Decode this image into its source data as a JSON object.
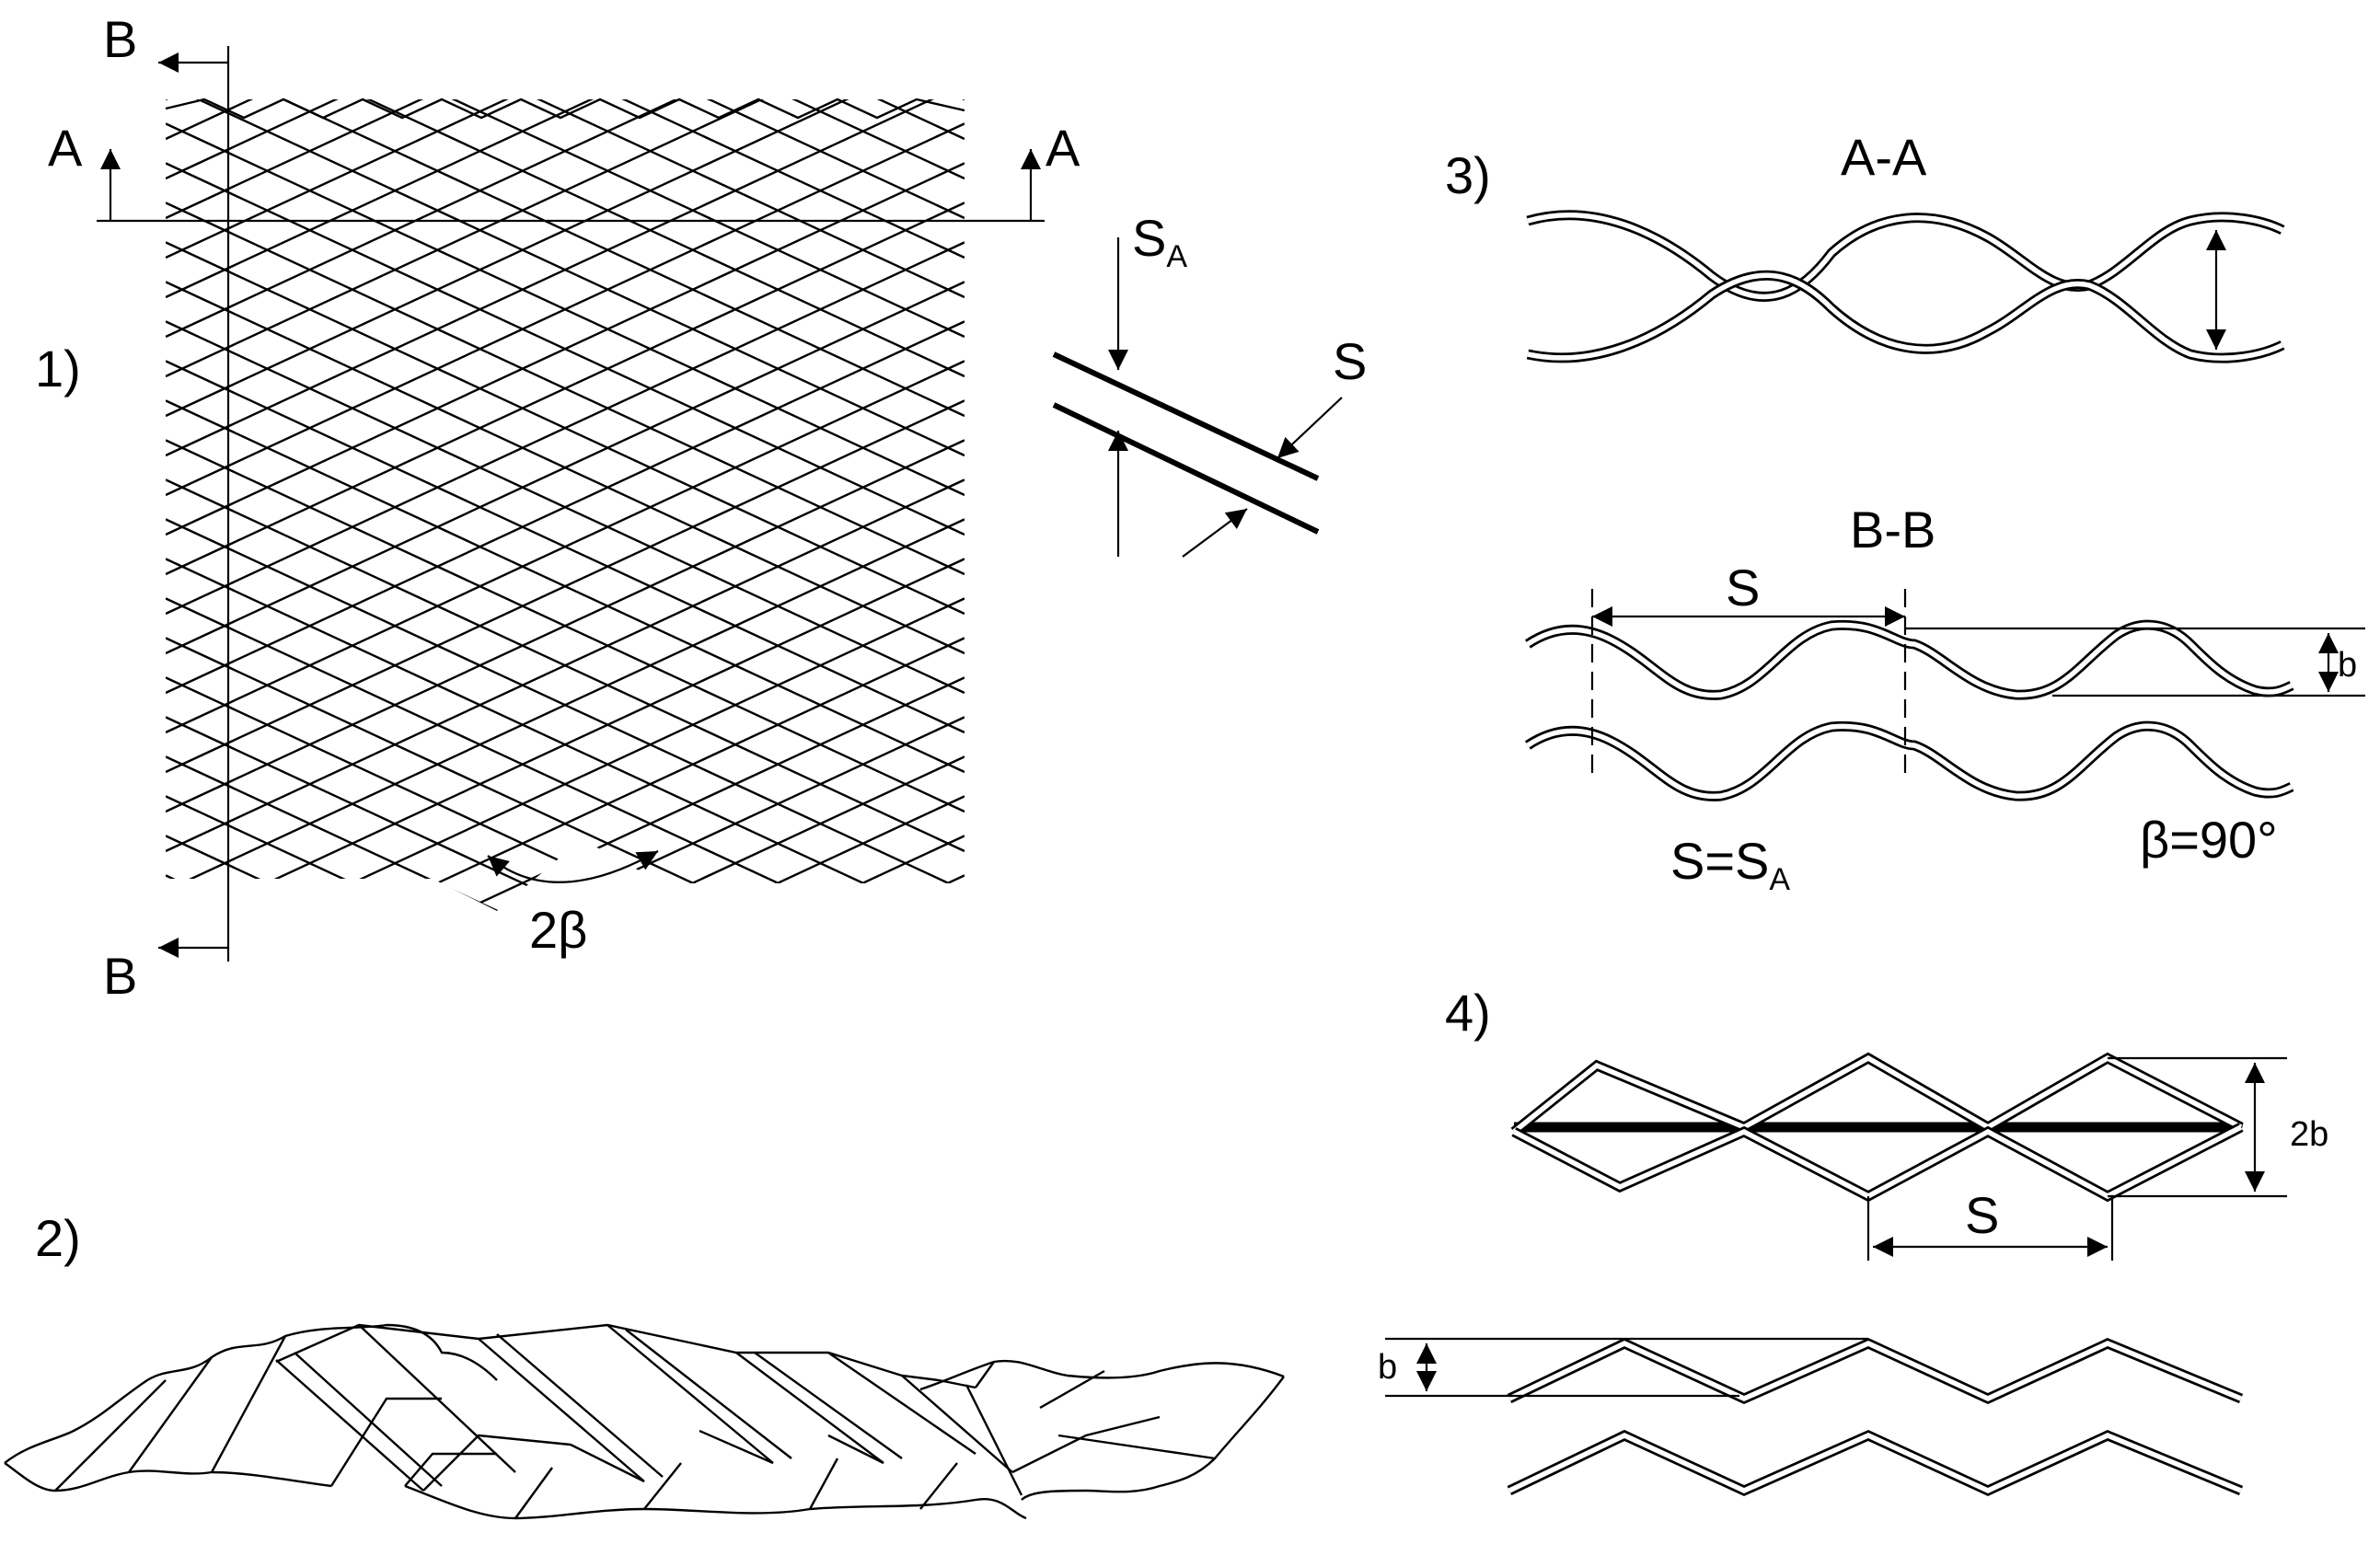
{
  "colors": {
    "ink": "#000000",
    "background": "#ffffff"
  },
  "panel_1": {
    "label": "1)",
    "section_a_left": "A",
    "section_a_right": "A",
    "section_b_top": "B",
    "section_b_bottom": "B",
    "angle_label": "2β",
    "strand_width_label": "S",
    "strand_thickness_main": "S",
    "strand_thickness_sub": "A"
  },
  "panel_2": {
    "label": "2)"
  },
  "panel_3": {
    "label": "3)",
    "section_aa_title": "A-A",
    "section_bb_title": "B-B",
    "pitch_label": "S",
    "depth_label": "b",
    "equation_main": "S=S",
    "equation_sub": "A",
    "angle_value": "β=90°"
  },
  "panel_4": {
    "label": "4)",
    "height_label": "2b",
    "pitch_label": "S",
    "depth_label": "b"
  }
}
